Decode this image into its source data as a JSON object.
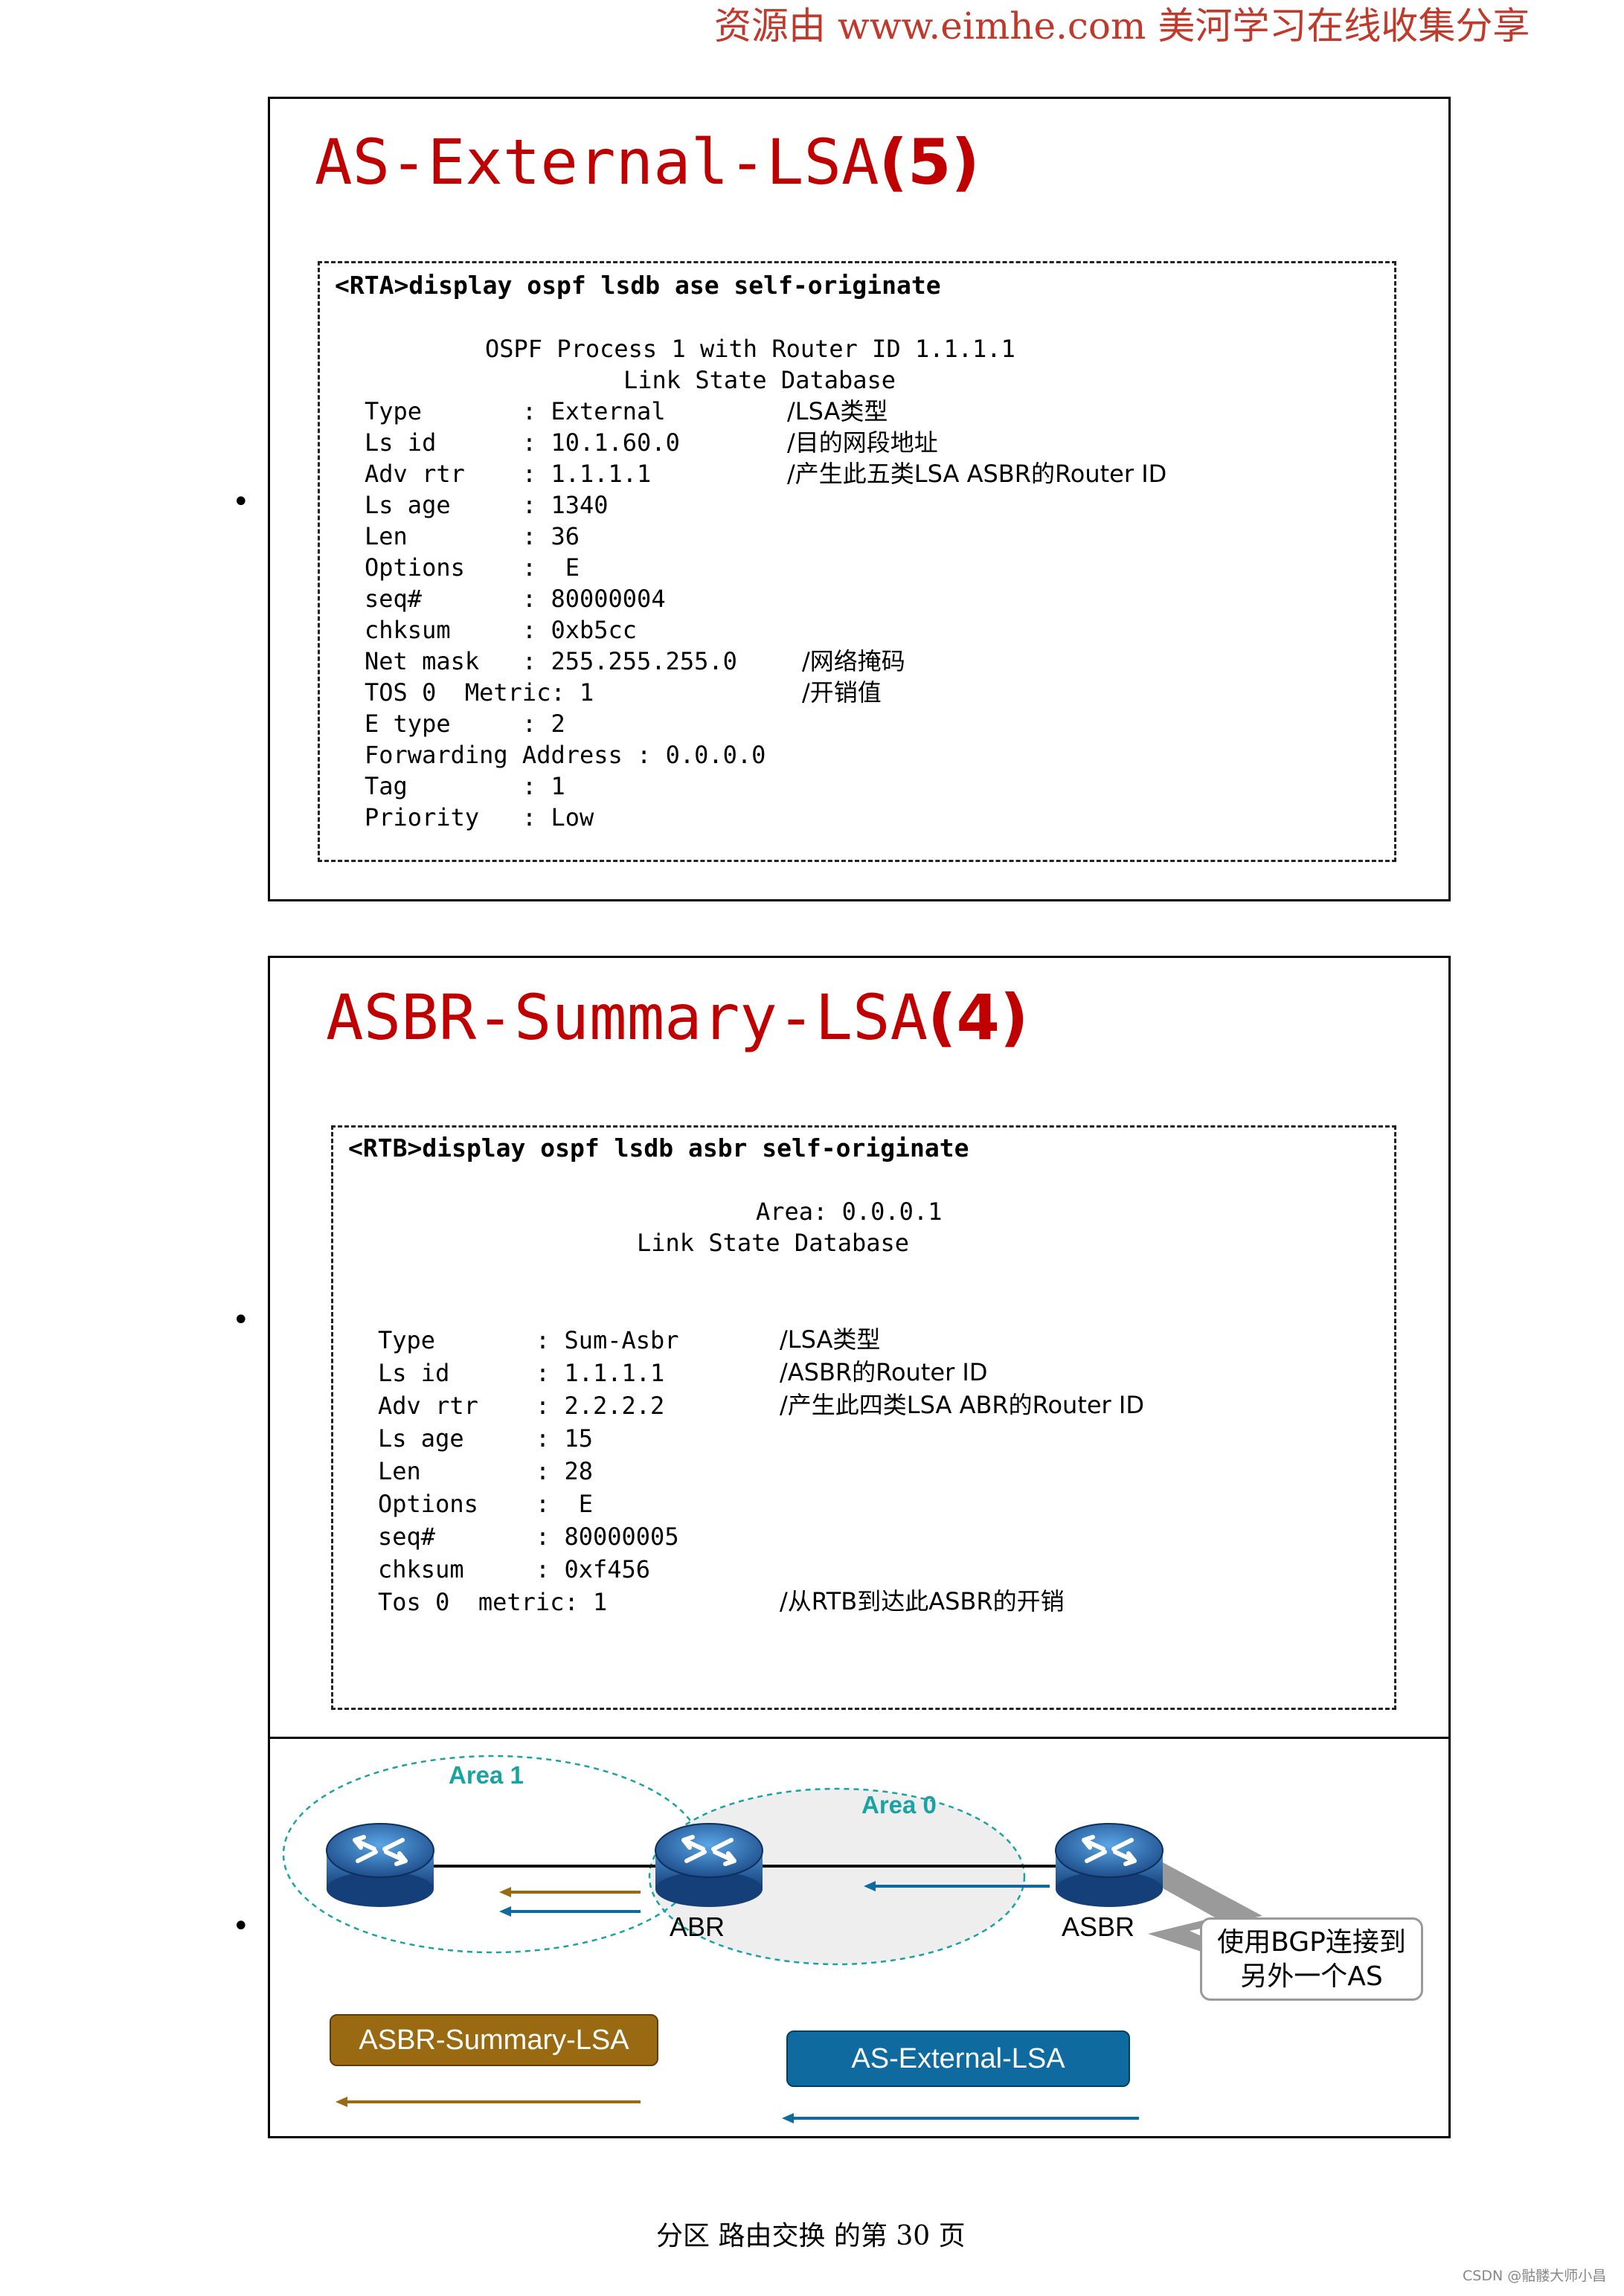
{
  "watermark": "资源由 www.eimhe.com 美河学习在线收集分享",
  "bullet": "•",
  "slide1": {
    "title_main": "AS-External-LSA",
    "title_num": "(5)",
    "command": "<RTA>display ospf lsdb ase self-originate",
    "header1": "OSPF Process 1 with Router ID 1.1.1.1",
    "header2": "Link State Database",
    "rows": [
      {
        "text": "Type       : External",
        "note": "/LSA类型"
      },
      {
        "text": "Ls id      : 10.1.60.0",
        "note": "/目的网段地址"
      },
      {
        "text": "Adv rtr    : 1.1.1.1",
        "note": "/产生此五类LSA ASBR的Router  ID"
      },
      {
        "text": "Ls age     : 1340",
        "note": ""
      },
      {
        "text": "Len        : 36",
        "note": ""
      },
      {
        "text": "Options    :  E",
        "note": ""
      },
      {
        "text": "seq#       : 80000004",
        "note": ""
      },
      {
        "text": "chksum     : 0xb5cc",
        "note": ""
      },
      {
        "text": "Net mask   : 255.255.255.0",
        "note": "/网络掩码"
      },
      {
        "text": "TOS 0  Metric: 1",
        "note": "/开销值"
      },
      {
        "text": "E type     : 2",
        "note": ""
      },
      {
        "text": "Forwarding Address : 0.0.0.0",
        "note": ""
      },
      {
        "text": "Tag        : 1",
        "note": ""
      },
      {
        "text": "Priority   : Low",
        "note": ""
      }
    ]
  },
  "slide2": {
    "title_main": "ASBR-Summary-LSA",
    "title_num": "(4)",
    "command": "<RTB>display ospf lsdb asbr self-originate",
    "header1": "Area: 0.0.0.1",
    "header2": "Link State Database",
    "rows": [
      {
        "text": "Type       : Sum-Asbr",
        "note": "/LSA类型"
      },
      {
        "text": "Ls id      : 1.1.1.1",
        "note": "/ASBR的Router  ID"
      },
      {
        "text": "Adv rtr    : 2.2.2.2",
        "note": "/产生此四类LSA ABR的Router  ID"
      },
      {
        "text": "Ls age     : 15",
        "note": ""
      },
      {
        "text": "Len        : 28",
        "note": ""
      },
      {
        "text": "Options    :  E",
        "note": ""
      },
      {
        "text": "seq#       : 80000005",
        "note": ""
      },
      {
        "text": "chksum     : 0xf456",
        "note": ""
      },
      {
        "text": "Tos 0  metric: 1",
        "note": "/从RTB到达此ASBR的开销"
      }
    ]
  },
  "diagram": {
    "area1": "Area 1",
    "area0": "Area 0",
    "abr": "ABR",
    "asbr": "ASBR",
    "callout_line1": "使用BGP连接到",
    "callout_line2": "另外一个AS",
    "pill_left": "ASBR-Summary-LSA",
    "pill_right": "AS-External-LSA",
    "colors": {
      "area": "#1aa3a3",
      "gold": "#9a6a12",
      "blue": "#0f6aa0",
      "router": "#1f4e8c"
    }
  },
  "footer": "分区 路由交换 的第 30 页",
  "credit": "CSDN @骷髅大师小昌"
}
